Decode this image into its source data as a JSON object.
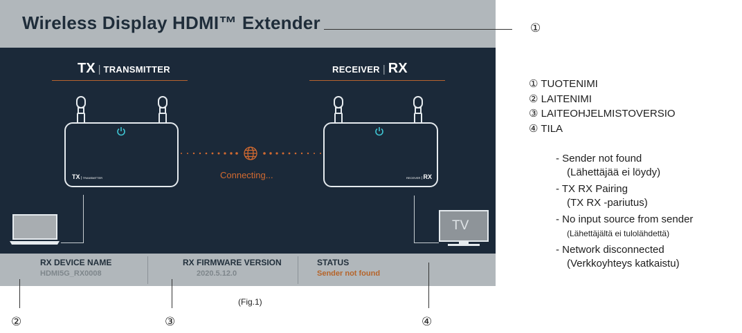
{
  "header": {
    "title": "Wireless Display HDMI™ Extender"
  },
  "tx": {
    "abbr": "TX",
    "name": "TRANSMITTER",
    "device_label_abbr": "TX",
    "device_label_name": "TRANSMITTER"
  },
  "rx": {
    "abbr": "RX",
    "name": "RECEIVER",
    "device_label_abbr": "RX",
    "device_label_name": "RECEIVER"
  },
  "stage": {
    "status_text": "Connecting...",
    "tv_label": "TV"
  },
  "footer": {
    "device_name_label": "RX DEVICE NAME",
    "device_name_value": "HDMI5G_RX0008",
    "firmware_label": "RX FIRMWARE VERSION",
    "firmware_value": "2020.5.12.0",
    "status_label": "STATUS",
    "status_value": "Sender not found"
  },
  "callouts": {
    "one": "①",
    "two": "②",
    "three": "③",
    "four": "④"
  },
  "figure_caption": "(Fig.1)",
  "legend": [
    {
      "num": "①",
      "text": "TUOTENIMI"
    },
    {
      "num": "②",
      "text": "LAITENIMI"
    },
    {
      "num": "③",
      "text": "LAITEOHJELMISTOVERSIO"
    },
    {
      "num": "④",
      "text": "TILA"
    }
  ],
  "statuses": [
    {
      "en": "- Sender not found",
      "fi": "(Lähettäjää ei löydy)",
      "fi_small": false
    },
    {
      "en": "- TX RX Pairing",
      "fi": "(TX RX -pariutus)",
      "fi_small": false
    },
    {
      "en": "- No input source from sender",
      "fi": "(Lähettäjältä ei tulolähdettä)",
      "fi_small": true
    },
    {
      "en": "- Network disconnected",
      "fi": "(Verkkoyhteys katkaistu)",
      "fi_small": false
    }
  ],
  "colors": {
    "header_bg": "#b1b7bb",
    "stage_bg": "#1b2939",
    "accent_orange": "#d26a30",
    "power_cyan": "#3fc6d4"
  }
}
